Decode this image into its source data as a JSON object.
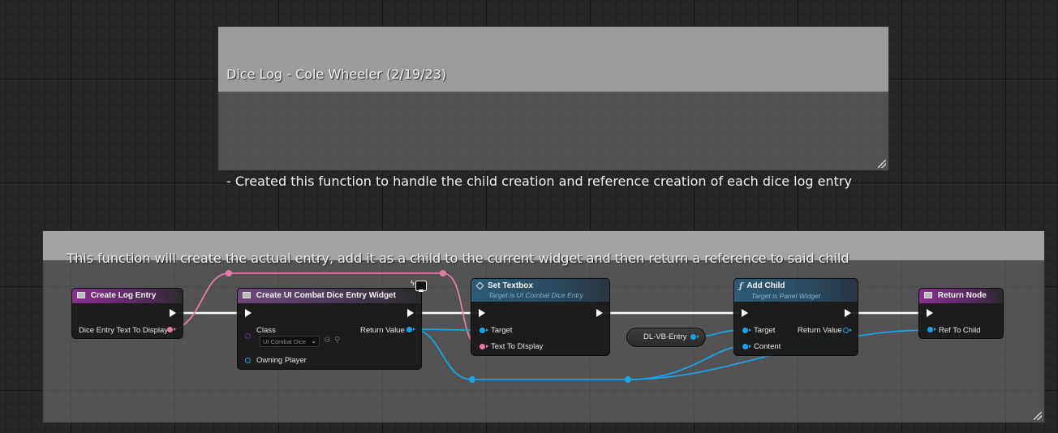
{
  "comments": {
    "top": {
      "title": "Dice Log - Cole Wheeler (2/19/23)",
      "body": "- Created this function to handle the child creation and reference creation of each dice log entry"
    },
    "bottom": {
      "title": "This function will create the actual entry, add it as a child to the current widget and then return a reference to said child"
    }
  },
  "nodes": {
    "create_log_entry": {
      "title": "Create Log Entry",
      "output_label": "Dice Entry Text To Display"
    },
    "create_widget": {
      "title": "Create UI Combat Dice Entry Widget",
      "class_label": "Class",
      "class_value": "UI Combat Dice",
      "owning_player_label": "Owning Player",
      "return_label": "Return Value"
    },
    "set_textbox": {
      "title": "Set Textbox",
      "subtitle": "Target is UI Combat Dice Entry",
      "target_label": "Target",
      "text_label": "Text To DIsplay"
    },
    "variable": {
      "label": "DL-VB-Entry"
    },
    "add_child": {
      "title": "Add Child",
      "subtitle": "Target is Panel Widget",
      "target_label": "Target",
      "content_label": "Content",
      "return_label": "Return Value"
    },
    "return_node": {
      "title": "Return Node",
      "ref_label": "Ref To Child"
    }
  },
  "colors": {
    "exec_wire": "#ffffff",
    "object_wire": "#1aa3e8",
    "text_wire": "#e57ca8",
    "function_entry_header": "#8a2f8e",
    "function_call_header": "#2e5b77",
    "comment_header": "#9b9b9b"
  },
  "icons": {
    "entry_node": "function-entry-icon",
    "widget_node": "widget-create-icon",
    "set_textbox": "diamond-icon",
    "add_child": "function-icon",
    "return_node": "return-icon",
    "monitor_badge": "monitor-icon"
  }
}
